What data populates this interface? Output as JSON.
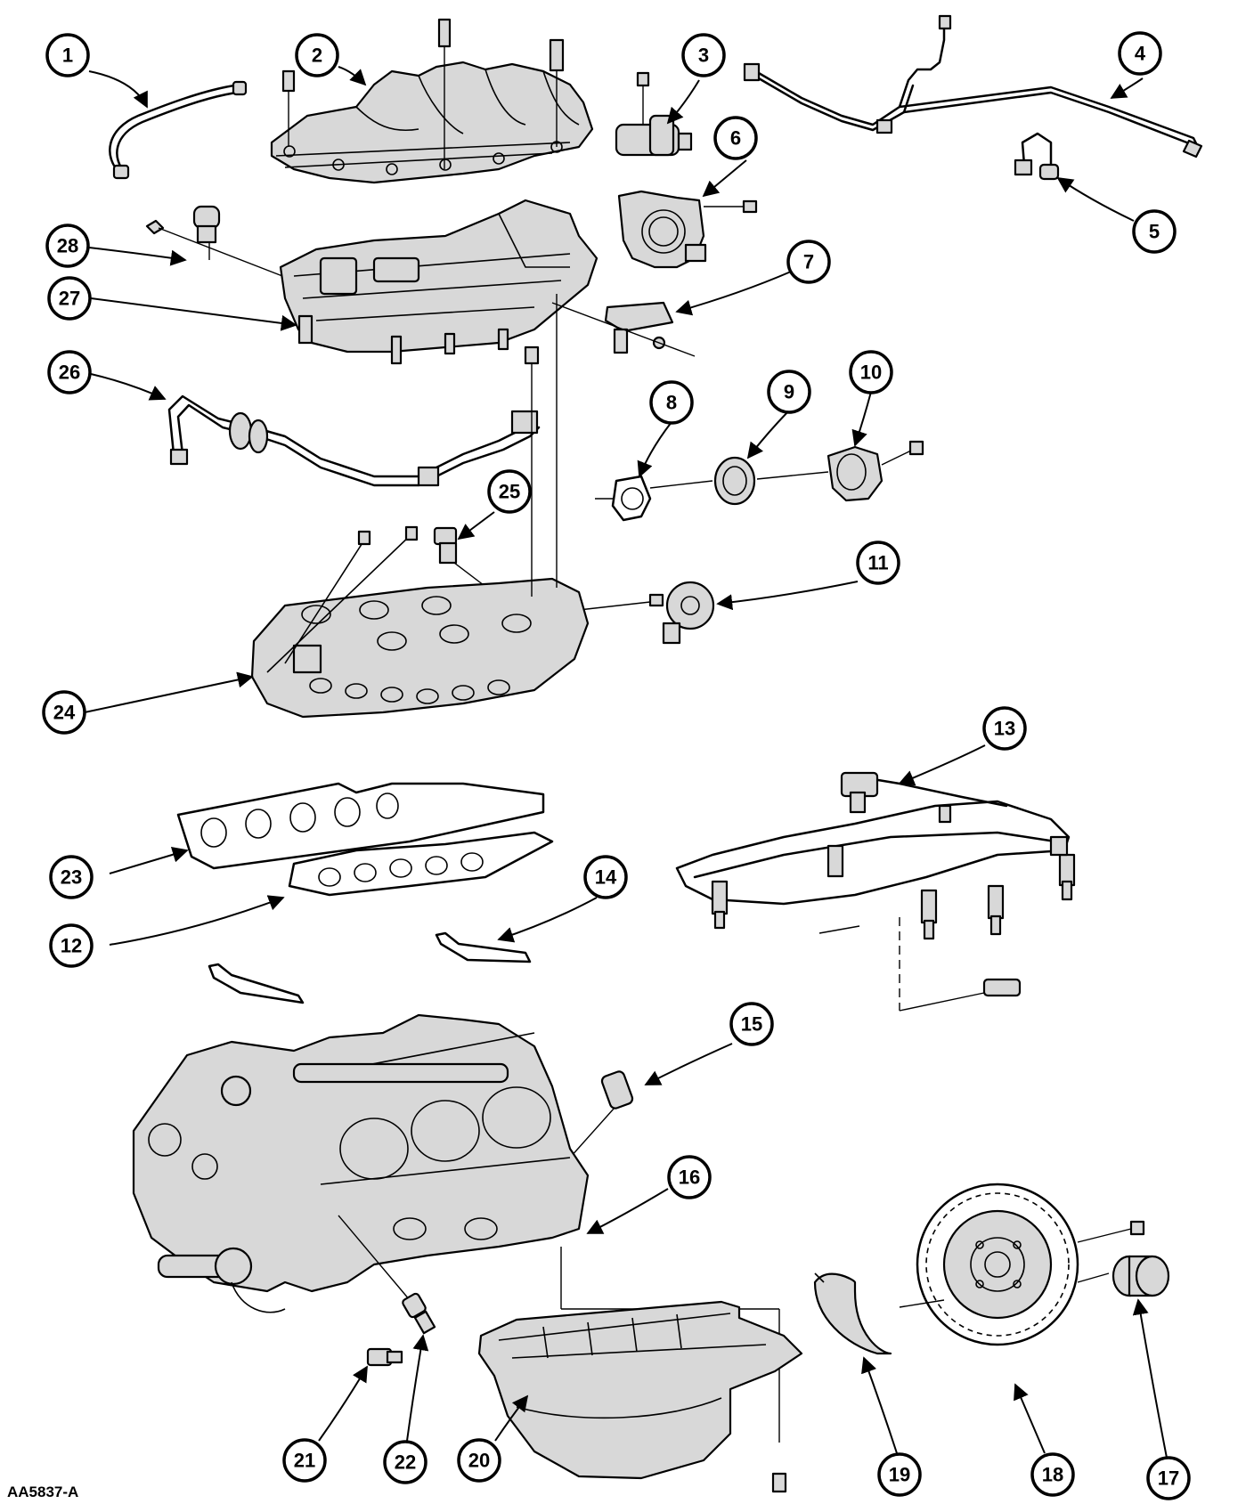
{
  "figure_id": "AA5837-A",
  "callouts": [
    "1",
    "2",
    "3",
    "4",
    "5",
    "6",
    "7",
    "8",
    "9",
    "10",
    "11",
    "12",
    "13",
    "14",
    "15",
    "16",
    "17",
    "18",
    "19",
    "20",
    "21",
    "22",
    "23",
    "24",
    "25",
    "26",
    "27",
    "28"
  ],
  "colors": {
    "line": "#000000",
    "background": "#ffffff",
    "part_shade": "#d8d8d8"
  }
}
